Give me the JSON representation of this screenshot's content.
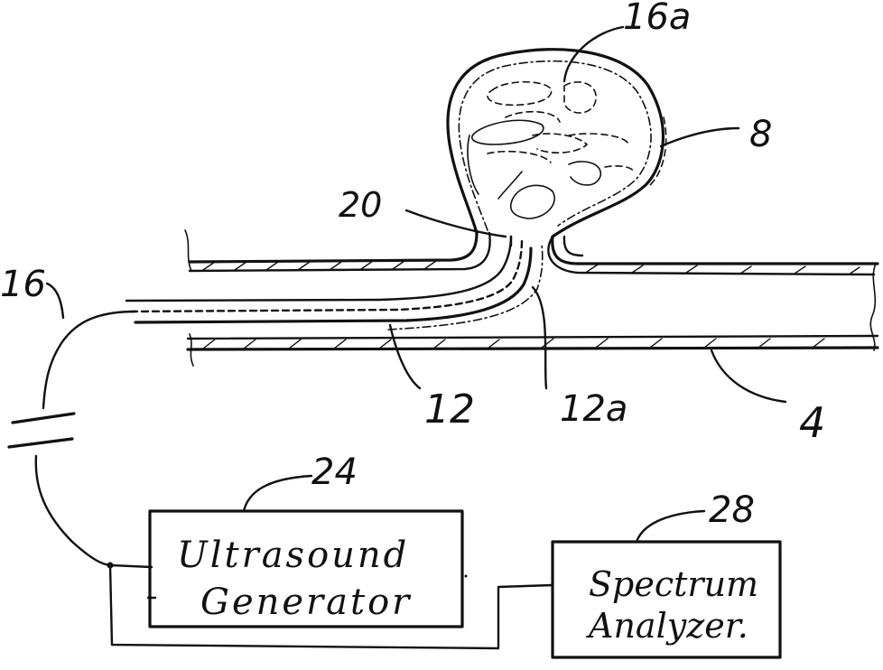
{
  "refs": {
    "r16a": "16a",
    "r8": "8",
    "r20": "20",
    "r16": "16",
    "r12": "12",
    "r12a": "12a",
    "r4": "4",
    "r24": "24",
    "r28": "28"
  },
  "boxes": {
    "generator_line1": "Ultrasound",
    "generator_line2": "Generator",
    "analyzer_line1": "Spectrum",
    "analyzer_line2": "Analyzer."
  }
}
